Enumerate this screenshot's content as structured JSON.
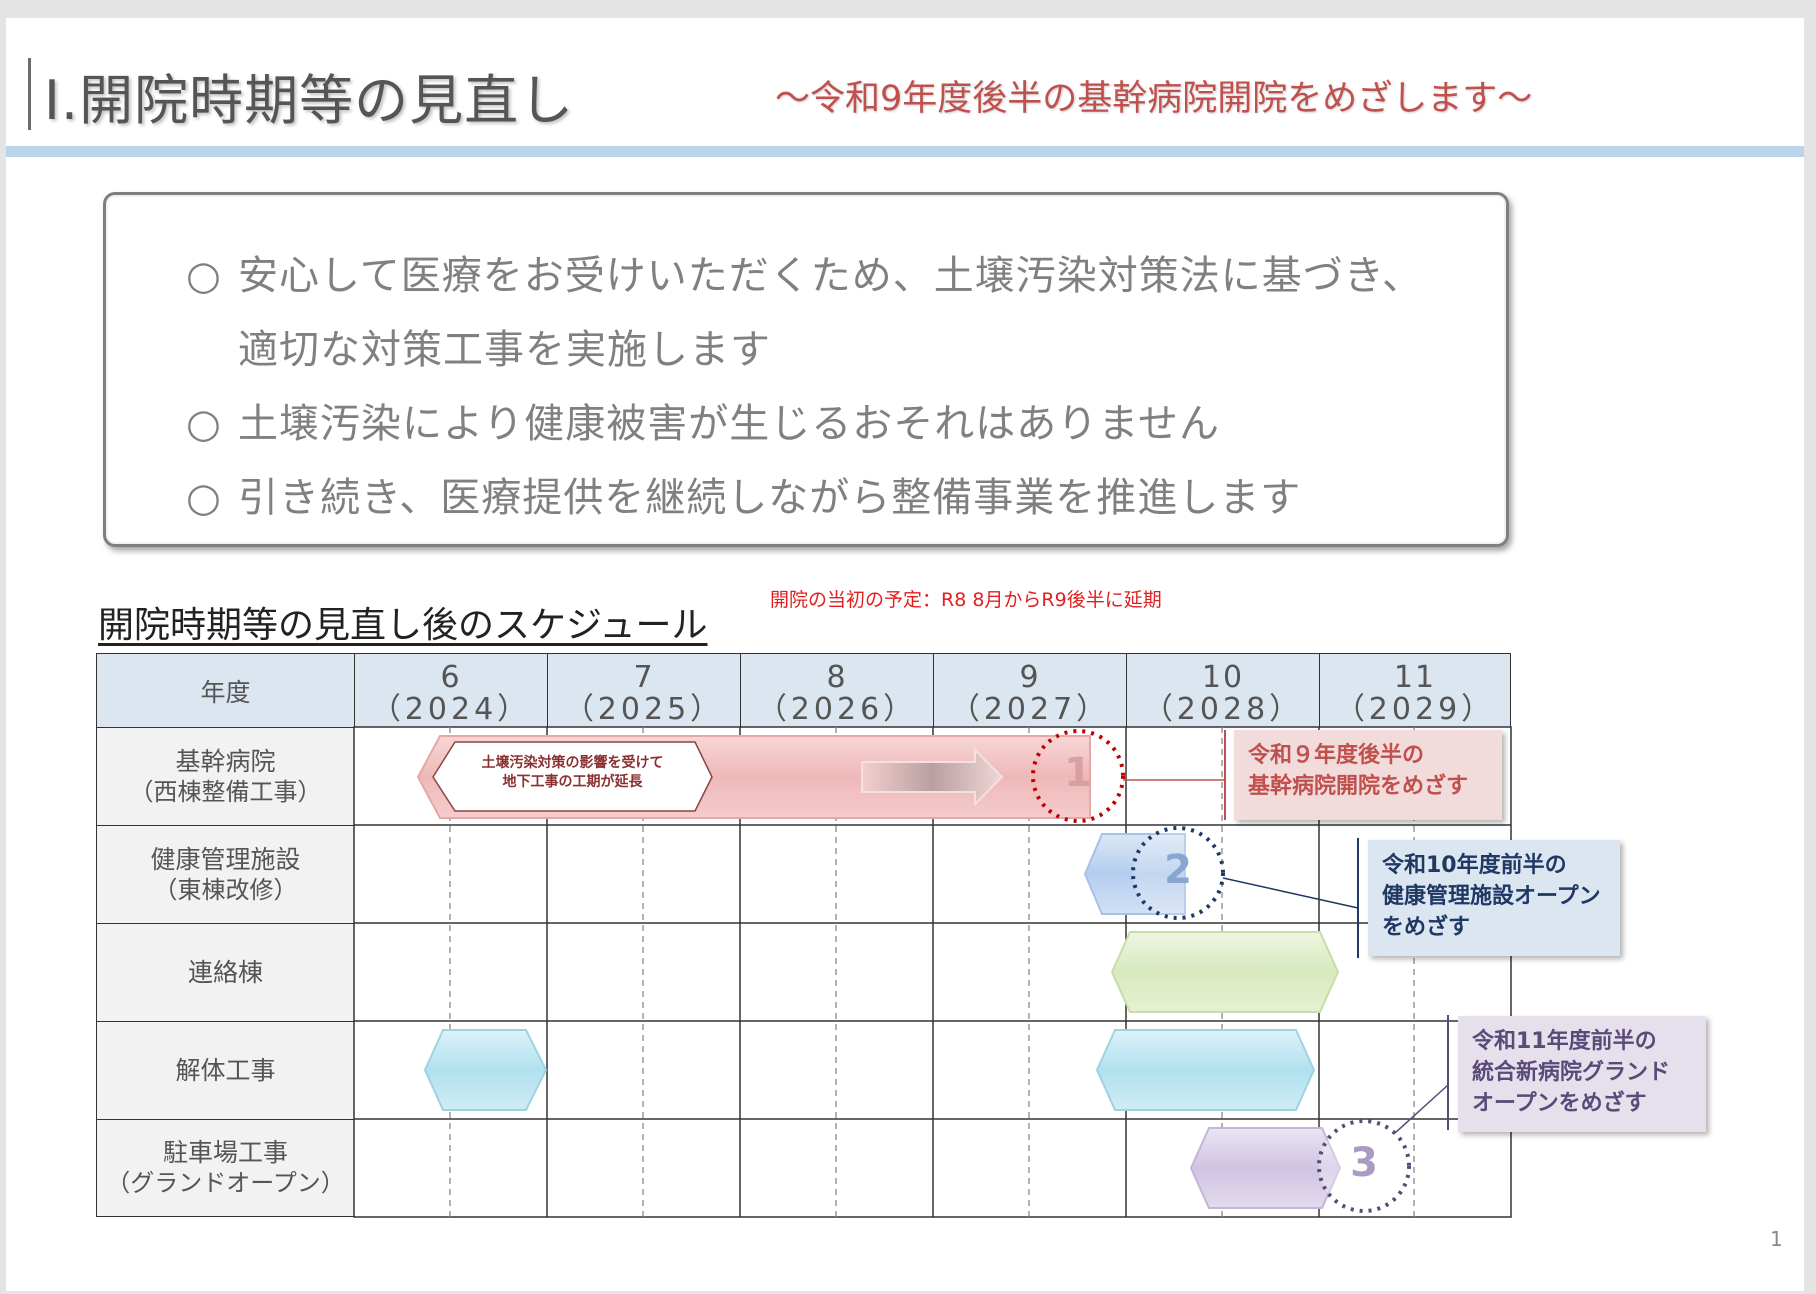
{
  "title": "Ⅰ.開院時期等の見直し",
  "subtitle": "～令和9年度後半の基幹病院開院をめざします～",
  "bullets": {
    "item1_line1": "安心して医療をお受けいただくため、土壌汚染対策法に基づき、",
    "item1_line2": "適切な対策工事を実施します",
    "item2": "土壌汚染により健康被害が生じるおそれはありません",
    "item3": "引き続き、医療提供を継続しながら整備事業を推進します",
    "marker": "○"
  },
  "schedule": {
    "heading": "開院時期等の見直し後のスケジュール",
    "delay_note": "開院の当初の予定：R8 8月からR9後半に延期",
    "corner_label": "年度",
    "years": [
      {
        "num": "6",
        "ad": "（2024）"
      },
      {
        "num": "7",
        "ad": "（2025）"
      },
      {
        "num": "8",
        "ad": "（2026）"
      },
      {
        "num": "9",
        "ad": "（2027）"
      },
      {
        "num": "10",
        "ad": "（2028）"
      },
      {
        "num": "11",
        "ad": "（2029）"
      }
    ],
    "rows": [
      {
        "line1": "基幹病院",
        "line2": "（西棟整備工事）"
      },
      {
        "line1": "健康管理施設",
        "line2": "（東棟改修）"
      },
      {
        "line1": "連絡棟",
        "line2": ""
      },
      {
        "line1": "解体工事",
        "line2": ""
      },
      {
        "line1": "駐車場工事",
        "line2": "（グランドオープン）"
      }
    ],
    "delay_arrow_text_line1": "土壌汚染対策の影響を受けて",
    "delay_arrow_text_line2": "地下工事の工期が延長",
    "milestones": [
      "1",
      "2",
      "3"
    ],
    "callouts": [
      {
        "line1": "令和９年度後半の",
        "line2": "基幹病院開院をめざす",
        "color": "#c0504d",
        "bg": "#f2dcdb"
      },
      {
        "line1": "令和10年度前半の",
        "line2": "健康管理施設オープン",
        "line3": "をめざす",
        "color": "#1f3864",
        "bg": "#dce6f1"
      },
      {
        "line1": "令和11年度前半の",
        "line2": "統合新病院グランド",
        "line3": "オープンをめざす",
        "color": "#5a4a78",
        "bg": "#e6e0ec"
      }
    ]
  },
  "page_number": "1",
  "colors": {
    "header_fill": "#dce6f1",
    "label_fill": "#f2f2f2",
    "main_bar": "#f2c4c4",
    "east_bar": "#c5d9f1",
    "link_bar": "#e2efcf",
    "demolition_bar": "#c4e9f4",
    "parking_bar": "#ddd4ea"
  }
}
